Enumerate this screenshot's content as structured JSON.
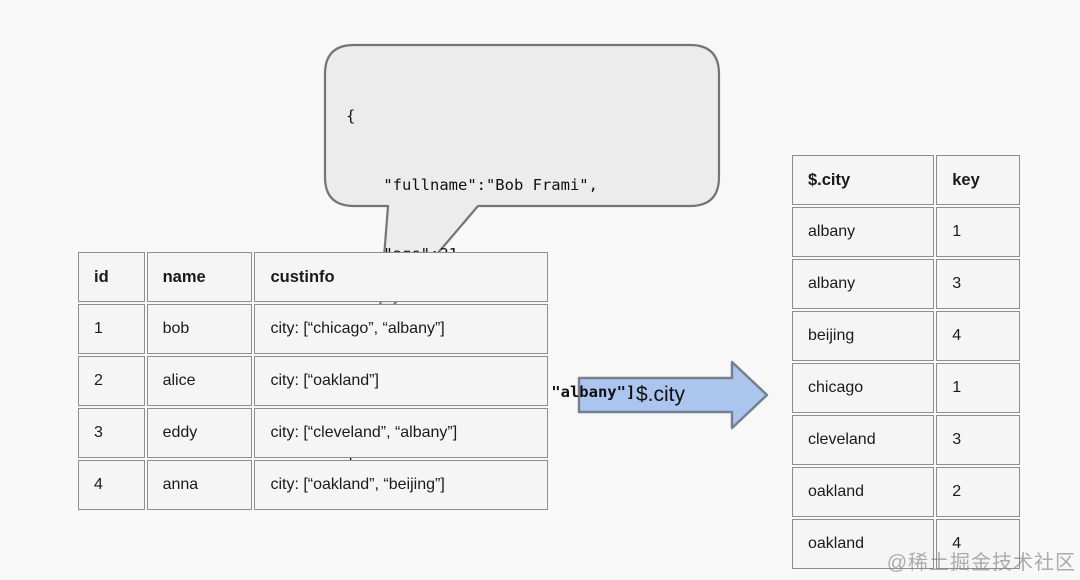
{
  "bubble": {
    "lines": [
      "{",
      "    \"fullname\":\"Bob Frami\",",
      "    \"age\":31,",
      "    ...",
      "    \"city\":[\"chicago\",\"albany\"]",
      "}"
    ]
  },
  "arrow": {
    "label": "$.city"
  },
  "left_table": {
    "headers": [
      "id",
      "name",
      "custinfo"
    ],
    "rows": [
      [
        "1",
        "bob",
        "city: [“chicago”, “albany”]"
      ],
      [
        "2",
        "alice",
        "city: [“oakland”]"
      ],
      [
        "3",
        "eddy",
        "city: [“cleveland”, “albany”]"
      ],
      [
        "4",
        "anna",
        "city: [“oakland”, “beijing”]"
      ]
    ]
  },
  "right_table": {
    "headers": [
      "$.city",
      "key"
    ],
    "rows": [
      [
        "albany",
        "1"
      ],
      [
        "albany",
        "3"
      ],
      [
        "beijing",
        "4"
      ],
      [
        "chicago",
        "1"
      ],
      [
        "cleveland",
        "3"
      ],
      [
        "oakland",
        "2"
      ],
      [
        "oakland",
        "4"
      ]
    ]
  },
  "watermark": "@稀土掘金技术社区",
  "colors": {
    "background": "#f8f8f8",
    "bubble_fill": "#ececec",
    "bubble_stroke": "#757575",
    "arrow_fill": "#abc5ef",
    "arrow_stroke": "#76818f",
    "table_border": "#8e8e8e",
    "cell_fill": "#f5f5f5"
  }
}
